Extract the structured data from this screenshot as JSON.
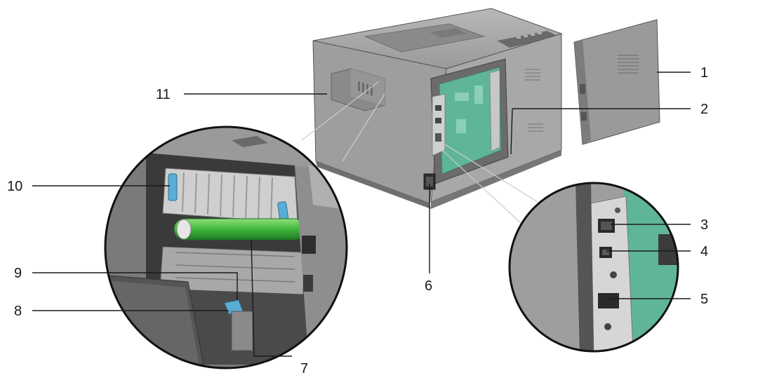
{
  "callouts": {
    "c1": "1",
    "c2": "2",
    "c3": "3",
    "c4": "4",
    "c5": "5",
    "c6": "6",
    "c7": "7",
    "c8": "8",
    "c9": "9",
    "c10": "10",
    "c11": "11"
  },
  "colors": {
    "body": "#9c9c9c",
    "body_dark": "#6e6e6e",
    "body_light": "#c2c2c2",
    "board_green": "#5fb59a",
    "roller_green": "#4fbf4a",
    "lever_blue": "#5aaed6",
    "frame_dark": "#3c3c3c"
  }
}
